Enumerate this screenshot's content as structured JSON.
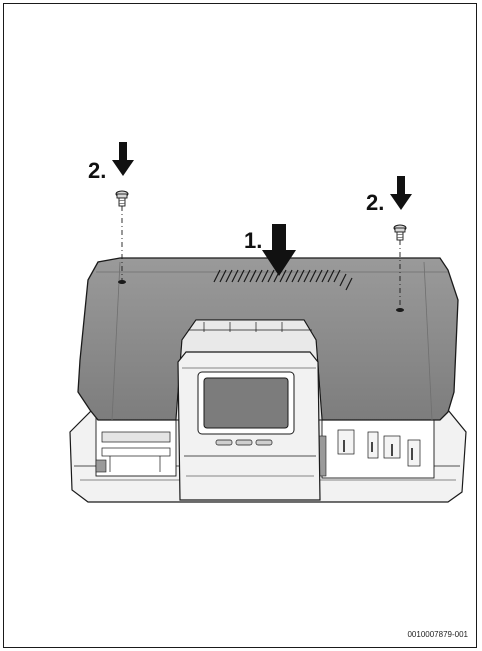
{
  "steps": {
    "push_cover": "1.",
    "screw_left": "2.",
    "screw_right": "2."
  },
  "figure_id": "0010007879-001",
  "colors": {
    "cover": "#8a8a8a",
    "cover_dark": "#6f6f6f",
    "outline": "#1a1a1a",
    "arrow": "#111111",
    "base": "#efefef",
    "display": "#7c7c7c"
  },
  "icons": [
    "down-arrow-icon",
    "screw-icon"
  ]
}
